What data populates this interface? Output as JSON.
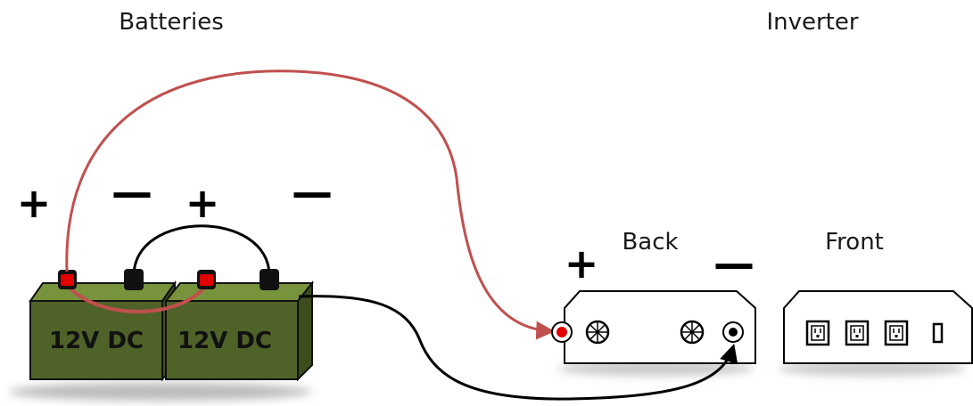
{
  "labels": {
    "batteries": "Batteries",
    "inverter": "Inverter",
    "back": "Back",
    "front": "Front"
  },
  "batteries": [
    {
      "label": "12V DC"
    },
    {
      "label": "12V DC"
    }
  ],
  "polarity": {
    "plus": "+",
    "minus": "—"
  },
  "colors": {
    "battery_body": "#4f6228",
    "battery_top": "#77933c",
    "positive_terminal": "#e00000",
    "negative_terminal": "#111111",
    "positive_wire": "#c0504d",
    "negative_wire": "#000000",
    "inverter_body": "#ffffff"
  },
  "icons": {
    "fan": "fan-icon",
    "outlet": "outlet-icon",
    "usb": "usb-port-icon"
  }
}
